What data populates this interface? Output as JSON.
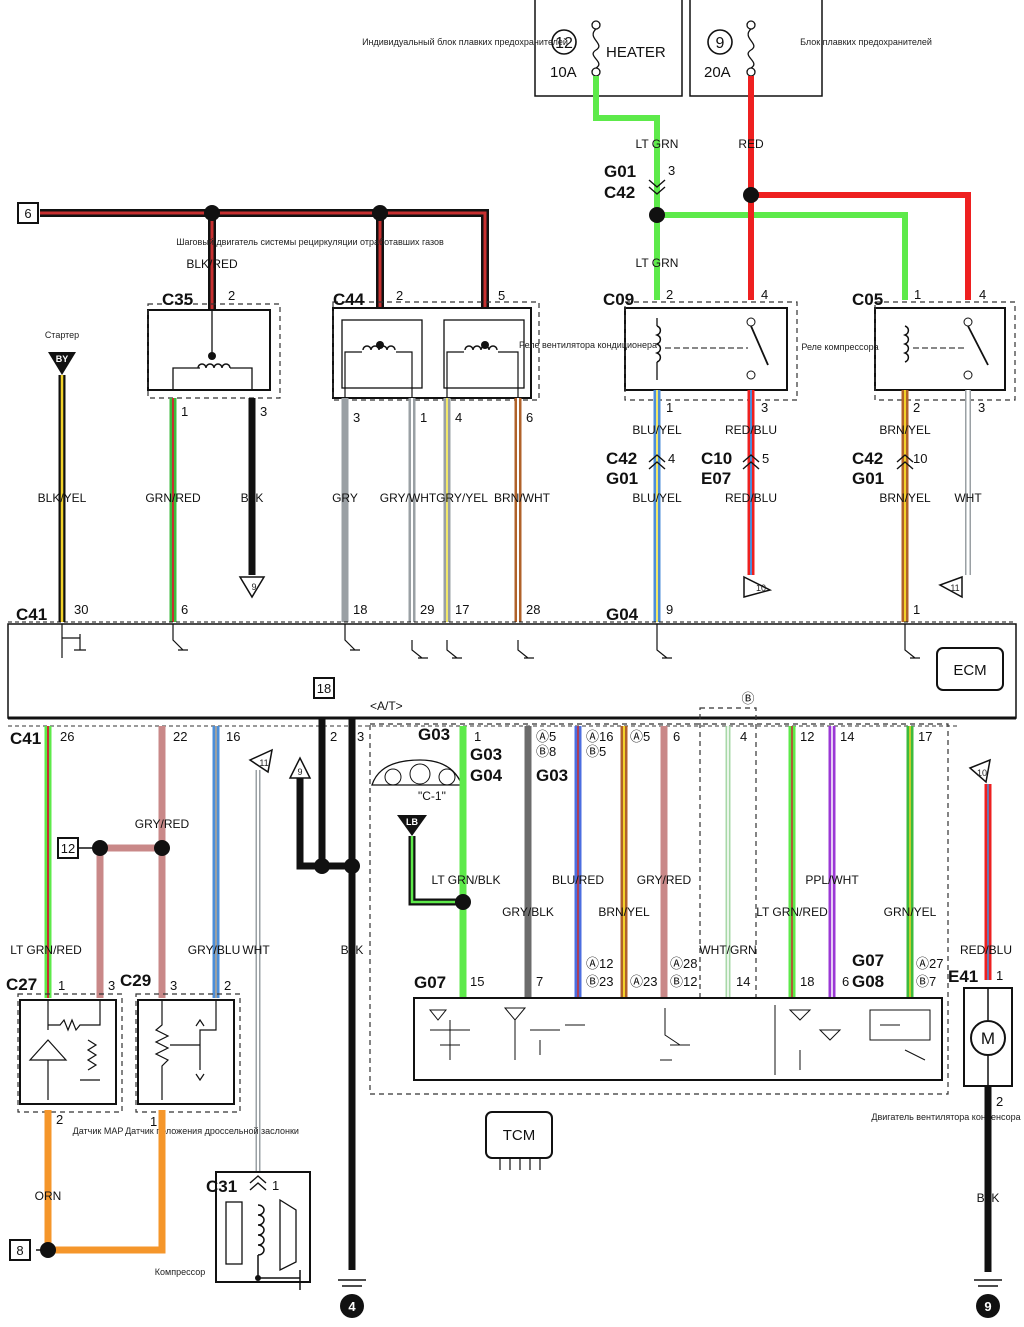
{
  "fuses": {
    "left": {
      "number": "12",
      "amps": "10A",
      "name": "HEATER",
      "note": "Индивидуальный блок плавких предохранителей"
    },
    "right": {
      "number": "9",
      "amps": "20A",
      "note": "Блок плавких предохранителей"
    }
  },
  "connectors": {
    "g01_top": "G01",
    "c42_top": "C42",
    "c09": "C09",
    "c05": "C05",
    "c35": "C35",
    "c44": "C44",
    "c42_mid_left": "C42",
    "g01_mid_left": "G01",
    "c10": "C10",
    "e07": "E07",
    "c42_mid_right": "C42",
    "g01_mid_right": "G01",
    "c41_top": "C41",
    "g04": "G04",
    "c41_bottom": "C41",
    "g03": "G03",
    "g03_a": "G03",
    "g04_b": "G04",
    "g03_c": "G03",
    "c27": "C27",
    "c29": "C29",
    "c31": "C31",
    "g07": "G07",
    "g07_a": "G07",
    "g08_b": "G08",
    "e41": "E41"
  },
  "wires": {
    "lt_grn_1": "LT GRN",
    "red_1": "RED",
    "lt_grn_2": "LT GRN",
    "blk_red": "BLK/RED",
    "blk_yel": "BLK/YEL",
    "grn_red": "GRN/RED",
    "blk_1": "BLK",
    "gry": "GRY",
    "gry_wht": "GRY/WHT",
    "gry_yel": "GRY/YEL",
    "brn_wht": "BRN/WHT",
    "blu_yel_1": "BLU/YEL",
    "blu_yel_2": "BLU/YEL",
    "red_blu_1": "RED/BLU",
    "red_blu_2": "RED/BLU",
    "brn_yel_1": "BRN/YEL",
    "brn_yel_2": "BRN/YEL",
    "wht_1": "WHT",
    "gry_red_1": "GRY/RED",
    "lt_grn_red_1": "LT GRN/RED",
    "gry_blu": "GRY/BLU",
    "wht_2": "WHT",
    "blk_2": "BLK",
    "lt_grn_blk": "LT GRN/BLK",
    "gry_blk": "GRY/BLK",
    "blu_red": "BLU/RED",
    "brn_yel_3": "BRN/YEL",
    "gry_red_2": "GRY/RED",
    "wht_grn": "WHT/GRN",
    "lt_grn_red_2": "LT GRN/RED",
    "ppl_wht": "PPL/WHT",
    "grn_yel": "GRN/YEL",
    "orn": "ORN",
    "red_blu_3": "RED/BLU",
    "blk_3": "BLK"
  },
  "pins": {
    "g01_3": "3",
    "c09_2": "2",
    "c09_4": "4",
    "c05_1": "1",
    "c05_4": "4",
    "c35_2": "2",
    "c44_2": "2",
    "c44_5": "5",
    "c35_1": "1",
    "c35_3": "3",
    "c44_3": "3",
    "c44_1": "1",
    "c44_4": "4",
    "c44_6": "6",
    "c09_1": "1",
    "c09_3": "3",
    "c05_2": "2",
    "c05_3": "3",
    "c42_4": "4",
    "c10_5": "5",
    "c42_10": "10",
    "c41_30": "30",
    "c41_6": "6",
    "c41_18": "18",
    "c41_29": "29",
    "c41_17": "17",
    "c41_28": "28",
    "g04_9": "9",
    "g04_1": "1",
    "c41_26": "26",
    "c41_22": "22",
    "c41_16": "16",
    "p2": "2",
    "p3": "3",
    "g03_1": "1",
    "a5": "Ⓐ5",
    "b8": "Ⓑ8",
    "a16": "Ⓐ16",
    "b5": "Ⓑ5",
    "a5b": "Ⓐ5",
    "p6": "6",
    "p4": "4",
    "p12": "12",
    "p14": "14",
    "p17": "17",
    "c27_1": "1",
    "c27_3": "3",
    "c29_3": "3",
    "c29_2": "2",
    "c27_2": "2",
    "c29_1": "1",
    "c31_1": "1",
    "g07_15": "15",
    "g07_7": "7",
    "a12": "Ⓐ12",
    "b23": "Ⓑ23",
    "a23": "Ⓐ23",
    "a28": "Ⓐ28",
    "b12": "Ⓑ12",
    "p14b": "14",
    "p18": "18",
    "p6b": "6",
    "a27": "Ⓐ27",
    "b7": "Ⓑ7",
    "e41_1": "1",
    "e41_2": "2"
  },
  "refs": {
    "r6": "6",
    "r9a": "9",
    "r10a": "10",
    "r11a": "11",
    "r18": "18",
    "r11b": "11",
    "r9b": "9",
    "r12": "12",
    "r8": "8",
    "r10b": "10",
    "g4": "4",
    "g9": "9",
    "by": "BY",
    "lb": "LB",
    "b_circle": "Ⓑ"
  },
  "labels": {
    "starter": "Стартер",
    "egr_motor": "Шаговый двигатель системы рециркуляции отработавших газов",
    "ac_fan_relay": "Реле вентилятора кондиционера",
    "comp_relay": "Реле компрессора",
    "ecm": "ECM",
    "tcm": "TCM",
    "at": "<A/T>",
    "c1": "\"C-1\"",
    "map_sensor": "Датчик MAP",
    "tps_sensor": "Датчик положения дроссельной заслонки",
    "compressor": "Компрессор",
    "fan_motor": "Двигатель вентилятора конденсора",
    "motor_m": "M"
  },
  "colors": {
    "lt_grn": "#5dea4a",
    "red": "#ee2020",
    "blk": "#111111",
    "yellow": "#f2d22a",
    "green": "#3dbb3d",
    "gry": "#9aa0a4",
    "brown": "#b0622a",
    "blue": "#4c8ed8",
    "orange": "#f5962a",
    "purple": "#9b38d6",
    "rose": "#c98888"
  }
}
